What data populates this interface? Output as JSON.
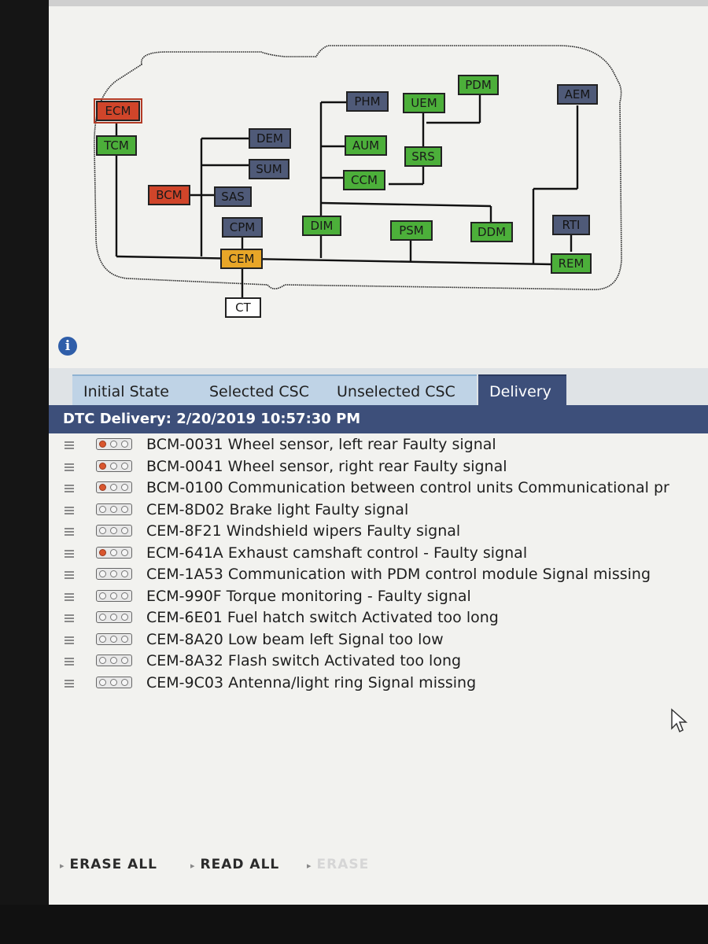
{
  "diagram": {
    "nodes": [
      {
        "id": "ECM",
        "label": "ECM",
        "status": "red"
      },
      {
        "id": "TCM",
        "label": "TCM",
        "status": "green"
      },
      {
        "id": "DEM",
        "label": "DEM",
        "status": "slate"
      },
      {
        "id": "SUM",
        "label": "SUM",
        "status": "slate"
      },
      {
        "id": "BCM",
        "label": "BCM",
        "status": "red"
      },
      {
        "id": "SAS",
        "label": "SAS",
        "status": "slate"
      },
      {
        "id": "CPM",
        "label": "CPM",
        "status": "slate"
      },
      {
        "id": "CEM",
        "label": "CEM",
        "status": "orange"
      },
      {
        "id": "CT",
        "label": "CT",
        "status": "white"
      },
      {
        "id": "PHM",
        "label": "PHM",
        "status": "slate"
      },
      {
        "id": "UEM",
        "label": "UEM",
        "status": "green"
      },
      {
        "id": "PDM",
        "label": "PDM",
        "status": "green"
      },
      {
        "id": "AEM",
        "label": "AEM",
        "status": "slate"
      },
      {
        "id": "AUM",
        "label": "AUM",
        "status": "green"
      },
      {
        "id": "SRS",
        "label": "SRS",
        "status": "green"
      },
      {
        "id": "CCM",
        "label": "CCM",
        "status": "green"
      },
      {
        "id": "DIM",
        "label": "DIM",
        "status": "green"
      },
      {
        "id": "PSM",
        "label": "PSM",
        "status": "green"
      },
      {
        "id": "DDM",
        "label": "DDM",
        "status": "green"
      },
      {
        "id": "RTI",
        "label": "RTI",
        "status": "slate"
      },
      {
        "id": "REM",
        "label": "REM",
        "status": "green"
      }
    ]
  },
  "tabs": [
    {
      "label": "Initial State",
      "active": false
    },
    {
      "label": "Selected CSC",
      "active": false
    },
    {
      "label": "Unselected CSC",
      "active": false
    },
    {
      "label": "Delivery",
      "active": true
    }
  ],
  "header": {
    "title": "DTC Delivery: 2/20/2019 10:57:30 PM"
  },
  "dtcs": [
    {
      "text": "BCM-0031 Wheel sensor, left rear Faulty signal",
      "lamp": "red"
    },
    {
      "text": "BCM-0041 Wheel sensor, right rear Faulty signal",
      "lamp": "red"
    },
    {
      "text": "BCM-0100 Communication between control units Communicational pr",
      "lamp": "red"
    },
    {
      "text": "CEM-8D02 Brake light Faulty signal",
      "lamp": "off"
    },
    {
      "text": "CEM-8F21 Windshield wipers Faulty signal",
      "lamp": "off"
    },
    {
      "text": "ECM-641A Exhaust camshaft control - Faulty signal",
      "lamp": "red"
    },
    {
      "text": "CEM-1A53 Communication with PDM control module Signal missing",
      "lamp": "off"
    },
    {
      "text": "ECM-990F Torque monitoring - Faulty signal",
      "lamp": "off"
    },
    {
      "text": "CEM-6E01 Fuel hatch switch Activated too long",
      "lamp": "off"
    },
    {
      "text": "CEM-8A20 Low beam left Signal too low",
      "lamp": "off"
    },
    {
      "text": "CEM-8A32 Flash switch Activated too long",
      "lamp": "off"
    },
    {
      "text": "CEM-9C03 Antenna/light ring Signal missing",
      "lamp": "off"
    }
  ],
  "actions": {
    "erase_all": "ERASE ALL",
    "read_all": "READ ALL",
    "erase": "ERASE"
  },
  "colors": {
    "green": "#4caf3a",
    "slate": "#4f5a78",
    "red": "#d0452a",
    "orange": "#e8a628",
    "header": "#3d4f7a"
  }
}
